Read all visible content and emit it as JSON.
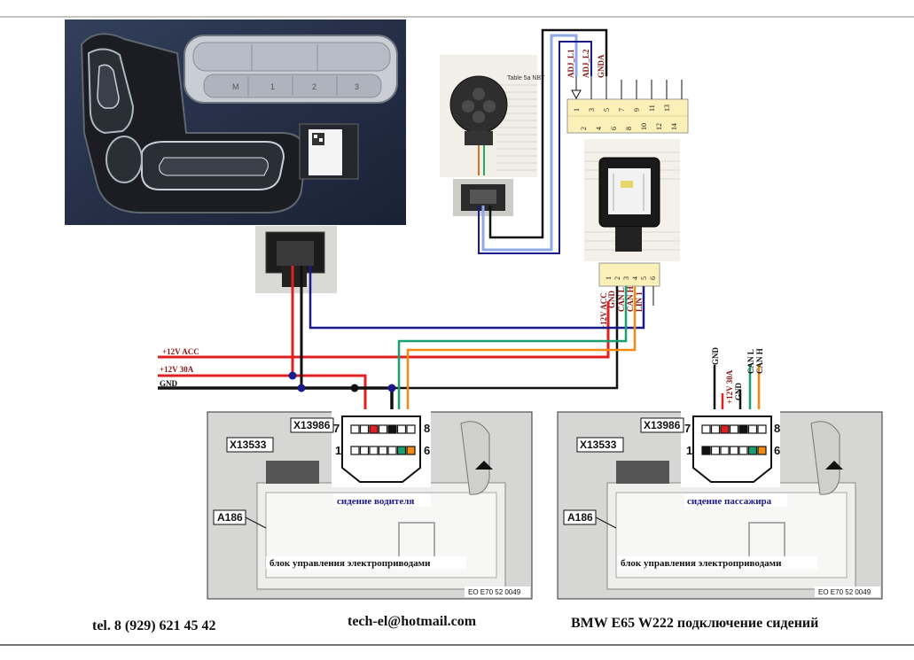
{
  "footer": {
    "phone": "tel. 8 (929) 621 45 42",
    "email": "tech-el@hotmail.com",
    "title": "BMW E65 W222  подключение сидений"
  },
  "power_rails": {
    "acc": "+12V ACC",
    "bat": "+12V 30A",
    "gnd": "GND"
  },
  "module_pins": {
    "numbers": [
      "1",
      "2",
      "3",
      "4",
      "5",
      "6"
    ],
    "labels": [
      "+12V ACC",
      "GND",
      "CAN L",
      "CAN H",
      "LIN 1"
    ]
  },
  "connector_top": {
    "labels": [
      "ADJ_L1",
      "ADJ_L2",
      "GNDA"
    ],
    "row_top": [
      "1",
      "3",
      "5",
      "7",
      "9",
      "11",
      "13"
    ],
    "row_bottom": [
      "2",
      "4",
      "6",
      "8",
      "10",
      "12",
      "14"
    ]
  },
  "driver_seat": {
    "connector_id": "X13986",
    "ground_id": "X13533",
    "unit_id": "A186",
    "pin_left_top": "7",
    "pin_right_top": "8",
    "pin_left_bottom": "1",
    "pin_right_bottom": "6",
    "seat_label": "сидение водителя",
    "unit_label": "блок управления электроприводами",
    "code": "EO E70 52 0049"
  },
  "passenger_seat": {
    "connector_id": "X13986",
    "ground_id": "X13533",
    "unit_id": "A186",
    "pin_left_top": "7",
    "pin_right_top": "8",
    "pin_left_bottom": "1",
    "pin_right_bottom": "6",
    "wire_labels": [
      "GND",
      "+12V 30A",
      "GND",
      "CAN L",
      "CAN H"
    ],
    "seat_label": "сидение пассажира",
    "unit_label": "блок управления электроприводами",
    "code": "EO E70 52 0049"
  },
  "seat_panel": {
    "memory_buttons": [
      "M",
      "1",
      "2",
      "3"
    ]
  },
  "table_photo": {
    "caption": "Table 5a NBT"
  },
  "colors": {
    "red": "#e02020",
    "black": "#111111",
    "blue": "#1a1a8c",
    "light_blue": "#8fa8e6",
    "green": "#1aa070",
    "orange": "#f08a10",
    "connector_yellow": "#fbf0b8"
  }
}
